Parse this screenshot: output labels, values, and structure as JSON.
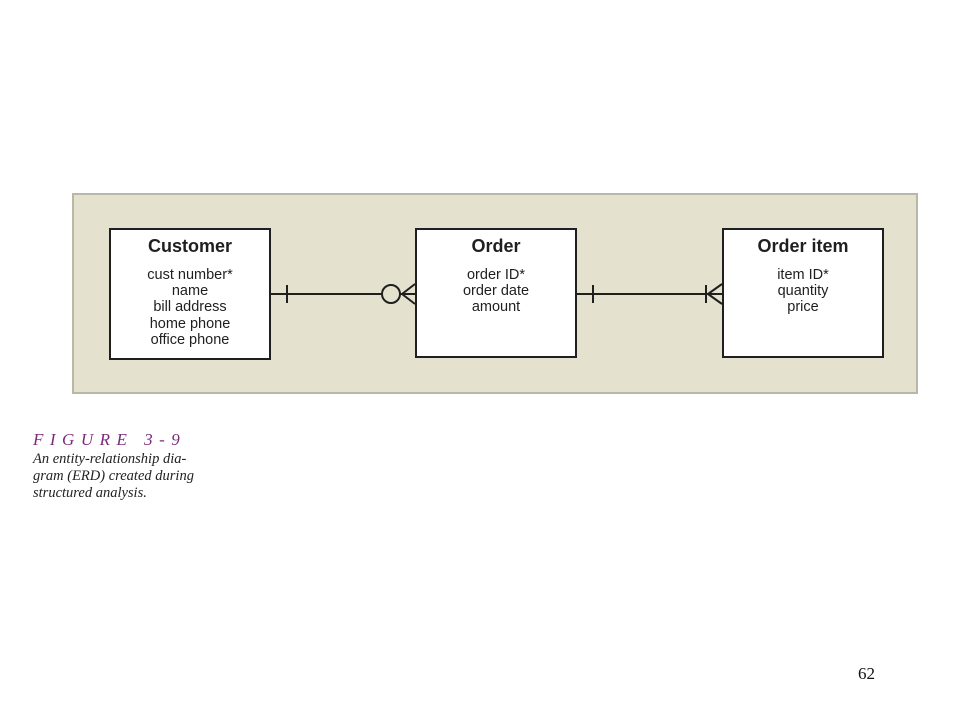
{
  "diagram": {
    "entities": [
      {
        "id": "customer",
        "title": "Customer",
        "attributes": [
          "cust number*",
          "name",
          "bill address",
          "home phone",
          "office phone"
        ]
      },
      {
        "id": "order",
        "title": "Order",
        "attributes": [
          "order ID*",
          "order date",
          "amount"
        ]
      },
      {
        "id": "order_item",
        "title": "Order item",
        "attributes": [
          "item ID*",
          "quantity",
          "price"
        ]
      }
    ],
    "relationships": [
      {
        "from": "Customer",
        "to": "Order",
        "from_cardinality": "one",
        "to_cardinality": "zero-or-many"
      },
      {
        "from": "Order",
        "to": "Order item",
        "from_cardinality": "one",
        "to_cardinality": "one-or-many"
      }
    ],
    "colors": {
      "panel_background": "#e4e2cf",
      "line": "#1f1f1f",
      "caption_label": "#7b2a7c"
    }
  },
  "caption": {
    "label": "FIGURE 3-9",
    "lines": [
      "An entity-relationship dia-",
      "gram (ERD) created during",
      "structured analysis."
    ]
  },
  "page_number": "62"
}
